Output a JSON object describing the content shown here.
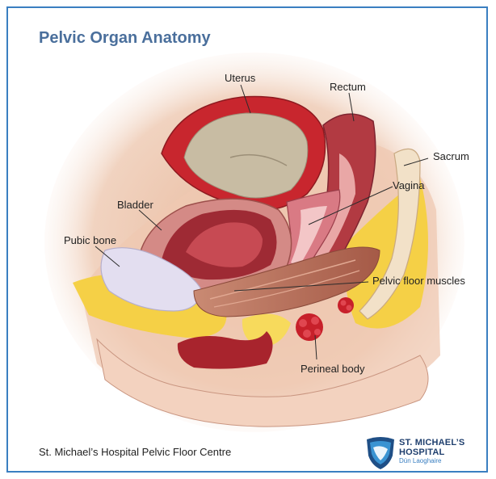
{
  "title": "Pelvic Organ Anatomy",
  "labels": {
    "uterus": "Uterus",
    "rectum": "Rectum",
    "sacrum": "Sacrum",
    "vagina": "Vagina",
    "bladder": "Bladder",
    "pubic_bone": "Pubic bone",
    "pelvic_floor_muscles": "Pelvic floor muscles",
    "perineal_body": "Perineal body"
  },
  "footer": "St. Michael’s Hospital Pelvic Floor Centre",
  "logo": {
    "line1": "ST. MICHAEL’S",
    "line2": "HOSPITAL",
    "line3": "Dún Laoghaire"
  },
  "colors": {
    "frame_border": "#3a7fc1",
    "title": "#4a6f9c",
    "logo_text": "#1f3f6e"
  }
}
